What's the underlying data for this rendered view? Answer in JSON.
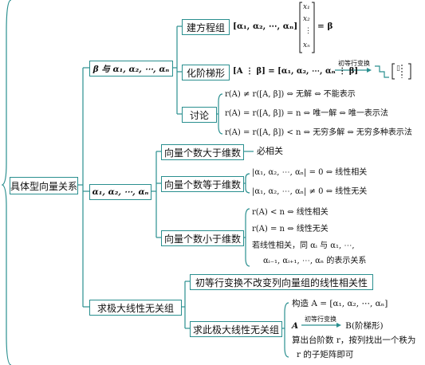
{
  "root": {
    "label": "具体型向量关系"
  },
  "branch1": {
    "label": "β 与 α₁, α₂, ⋯, αₙ",
    "build": {
      "label": "建方程组",
      "eq_left": "[α₁, α₂, ⋯, αₙ]",
      "vector": [
        "x₁",
        "x₂",
        "⋮",
        "xₙ"
      ],
      "eq_right": "= β"
    },
    "echelon": {
      "label": "化阶梯形",
      "formula": "[A ⋮ β] = [α₁, α₂, ⋯, αₙ ⋮ β]",
      "op_label": "初等行变换"
    },
    "discuss": {
      "label": "讨论",
      "lines": [
        "r(A) ≠ r([A, β]) ⇔ 无解 ⇔ 不能表示",
        "r(A) = r([A, β]) = n ⇔ 唯一解 ⇔ 唯一表示法",
        "r(A) = r([A, β]) < n ⇔ 无穷多解 ⇔ 无穷多种表示法"
      ]
    }
  },
  "branch2": {
    "label": "α₁, α₂, ⋯, αₙ",
    "more": {
      "label": "向量个数大于维数",
      "result": "必相关"
    },
    "equal": {
      "label": "向量个数等于维数",
      "lines": [
        "|α₁, α₂, ⋯, αₙ| = 0 ⇔ 线性相关",
        "|α₁, α₂, ⋯, αₙ| ≠ 0 ⇔ 线性无关"
      ]
    },
    "less": {
      "label": "向量个数小于维数",
      "lines": [
        "r(A) < n ⇔ 线性相关",
        "r(A) = n ⇔ 线性无关",
        "若线性相关，同 αᵢ 与 α₁, ⋯,",
        "αᵢ₋₁, αᵢ₊₁, ⋯, αₙ 的表示关系"
      ]
    }
  },
  "branch3": {
    "label": "求极大线性无关组",
    "invariant": "初等行变换不改变列向量组的线性相关性",
    "method": {
      "label": "求此极大线性无关组",
      "lines": [
        "构造 A = [α₁, α₂, ⋯, αₙ]",
        "A ⟶ B(阶梯形)",
        "算出台阶数 r，按列找出一个秩为",
        "r 的子矩阵即可"
      ],
      "op_label": "初等行变换"
    }
  },
  "colors": {
    "line": "#2a8f8f",
    "box_border": "#2a8f8f"
  }
}
